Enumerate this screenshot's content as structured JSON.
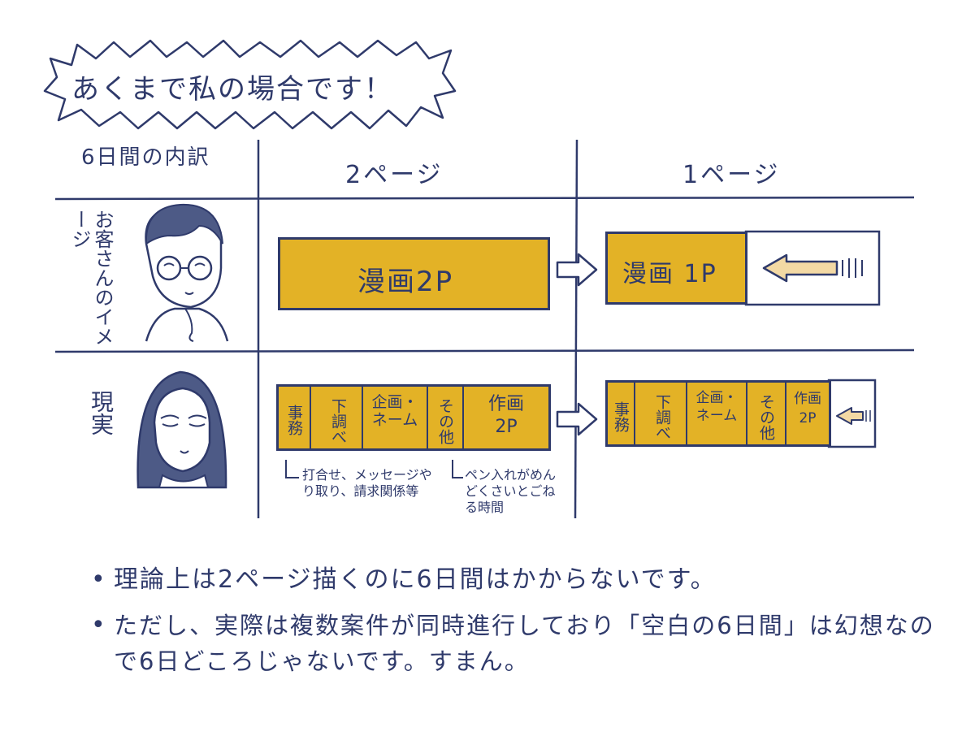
{
  "title": "あくまで私の場合です！",
  "table": {
    "corner_label": "6日間の内訳",
    "col_headers": [
      "2ページ",
      "1ページ"
    ],
    "rows": [
      {
        "label": "お客さんのイメージ"
      },
      {
        "label": "現実"
      }
    ]
  },
  "image_row": {
    "page2_bar": "漫画2P",
    "page1_bar": "漫画 1P"
  },
  "reality_row": {
    "segments_page2": [
      "事務",
      "下調べ",
      "企画・ネーム",
      "その他",
      "作画2P"
    ],
    "segments_page1": [
      "事務",
      "下調べ",
      "企画・ネーム",
      "その他",
      "作画2P"
    ],
    "note_jimu": "打合せ、メッセージやり取り、請求関係等",
    "note_sonota": "ペン入れがめんどくさいとごねる時間"
  },
  "bullets": [
    "理論上は2ページ描くのに6日間はかからないです。",
    "ただし、実際は複数案件が同時進行しており「空白の6日間」は幻想なので6日どころじゃないです。すまん。"
  ],
  "colors": {
    "ink": "#2f3a6b",
    "bar_fill": "#e3b226",
    "arrow_fill": "#f3d9a4"
  }
}
